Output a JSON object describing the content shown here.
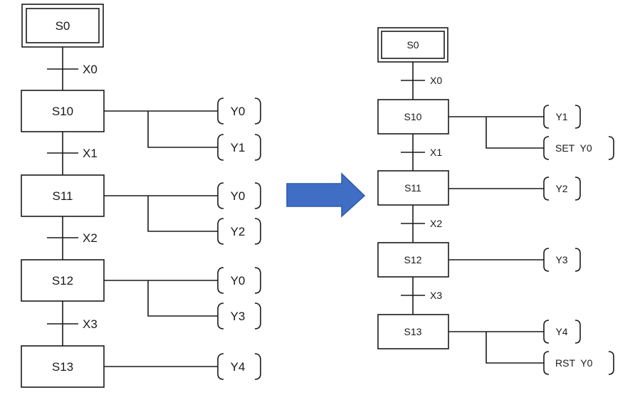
{
  "colors": {
    "line": "#1a1a1a",
    "arrow_fill": "#3f6ec4",
    "arrow_edge": "#2f5aa8"
  },
  "left": {
    "initial_step": "S0",
    "steps": [
      "S10",
      "S11",
      "S12",
      "S13"
    ],
    "transitions": [
      "X0",
      "X1",
      "X2",
      "X3"
    ],
    "actions": [
      [
        "Y0",
        "Y1"
      ],
      [
        "Y0",
        "Y2"
      ],
      [
        "Y0",
        "Y3"
      ],
      [
        "Y4"
      ]
    ]
  },
  "arrow": {
    "icon": "right-arrow-icon"
  },
  "right": {
    "initial_step": "S0",
    "steps": [
      "S10",
      "S11",
      "S12",
      "S13"
    ],
    "transitions": [
      "X0",
      "X1",
      "X2",
      "X3"
    ],
    "actions": [
      [
        "Y1",
        "SET  Y0"
      ],
      [
        "Y2"
      ],
      [
        "Y3"
      ],
      [
        "Y4",
        "RST  Y0"
      ]
    ]
  }
}
